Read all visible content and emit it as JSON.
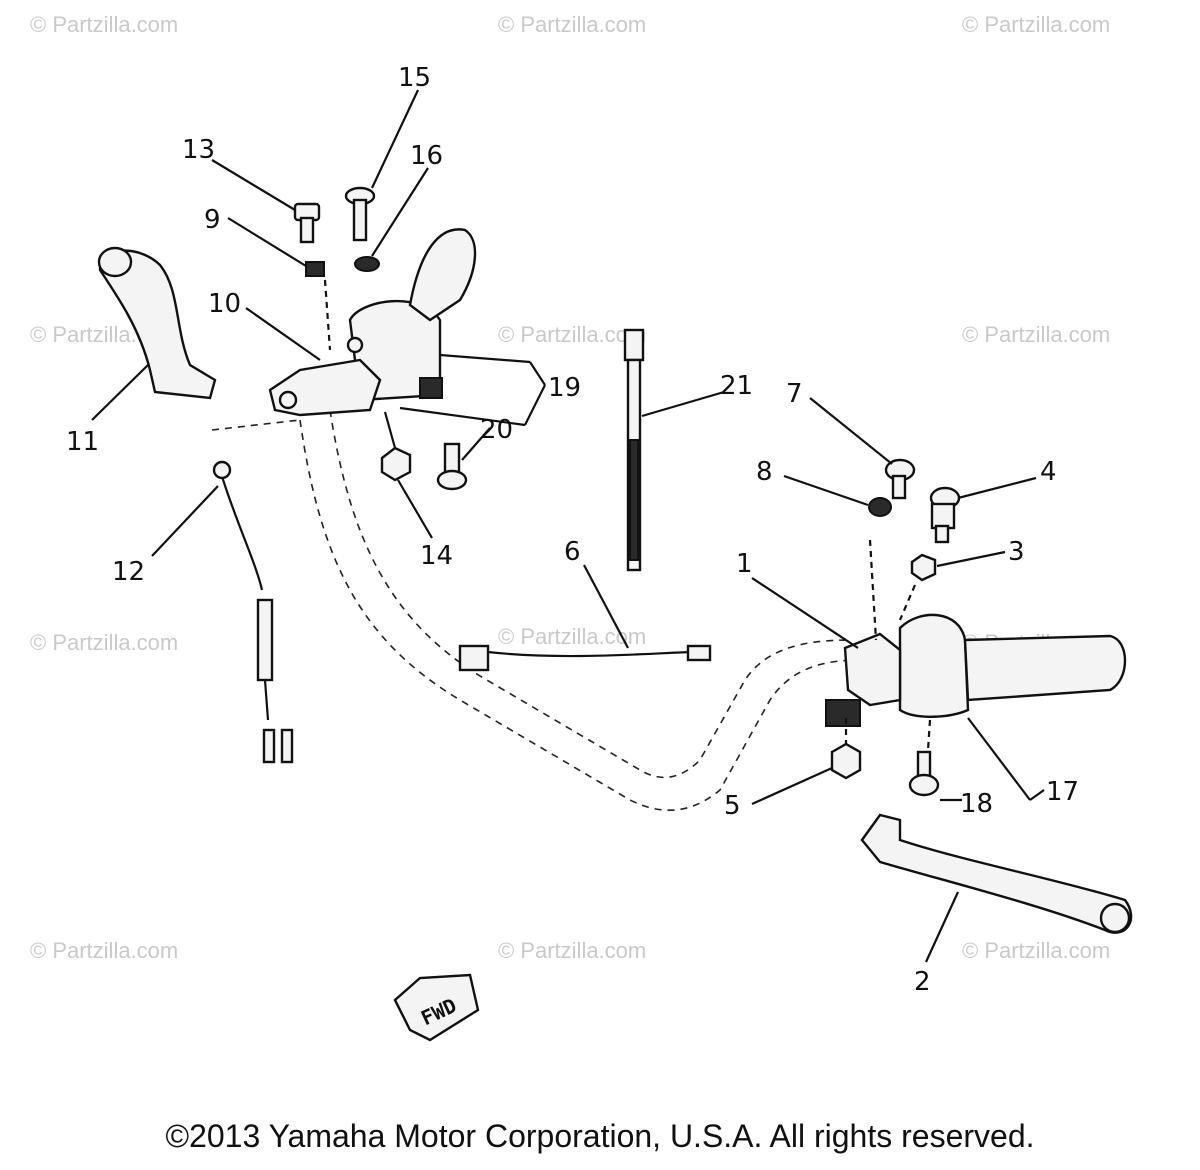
{
  "watermarks": [
    "© Partzilla.com",
    "© Partzilla.com",
    "© Partzilla.com",
    "© Partzilla.com",
    "© Partzilla.com",
    "© Partzilla.com",
    "© Partzilla.com",
    "© Partzilla.com",
    "© Partzilla.com",
    "© Partzilla.com",
    "© Partzilla.com",
    "© Partzilla.com"
  ],
  "callouts": {
    "c1": "1",
    "c2": "2",
    "c3": "3",
    "c4": "4",
    "c5": "5",
    "c6": "6",
    "c7": "7",
    "c8": "8",
    "c9": "9",
    "c10": "10",
    "c11": "11",
    "c12": "12",
    "c13": "13",
    "c14": "14",
    "c15": "15",
    "c16": "16",
    "c17": "17",
    "c18": "18",
    "c19": "19",
    "c20": "20",
    "c21": "21"
  },
  "fwd_label": "FWD",
  "copyright": "©2013 Yamaha Motor Corporation, U.S.A. All rights reserved."
}
